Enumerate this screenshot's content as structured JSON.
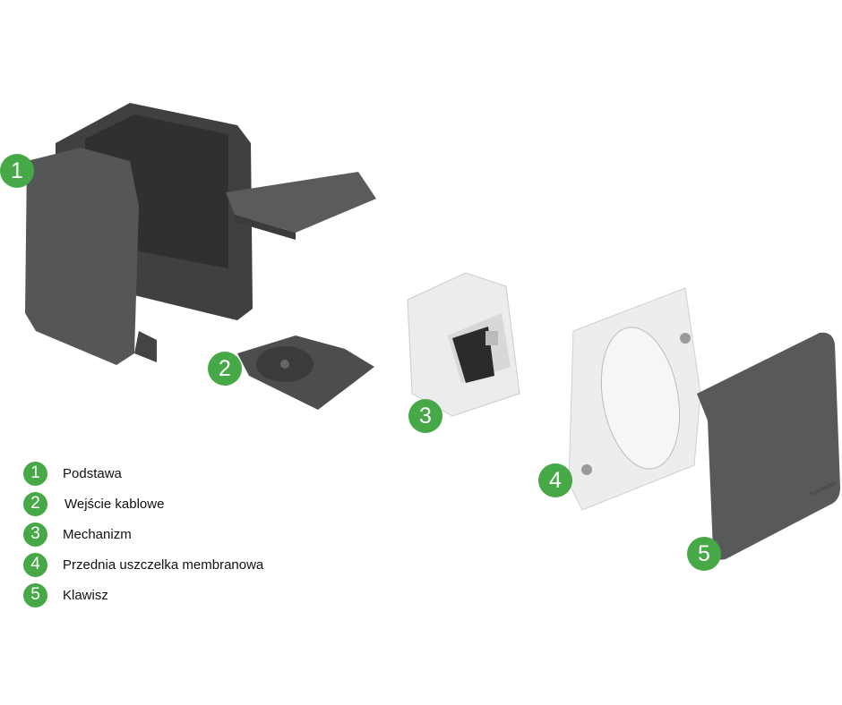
{
  "colors": {
    "accent": "#47a847",
    "part_dark": "#505152",
    "part_light": "#e9e9e9"
  },
  "callouts": [
    "1",
    "2",
    "3",
    "4",
    "5"
  ],
  "legend": [
    {
      "number": "1",
      "label": "Podstawa"
    },
    {
      "number": "2",
      "label": "Wejście kablowe"
    },
    {
      "number": "3",
      "label": "Mechanizm"
    },
    {
      "number": "4",
      "label": "Przednia uszczelka membranowa"
    },
    {
      "number": "5",
      "label": "Klawisz"
    }
  ]
}
